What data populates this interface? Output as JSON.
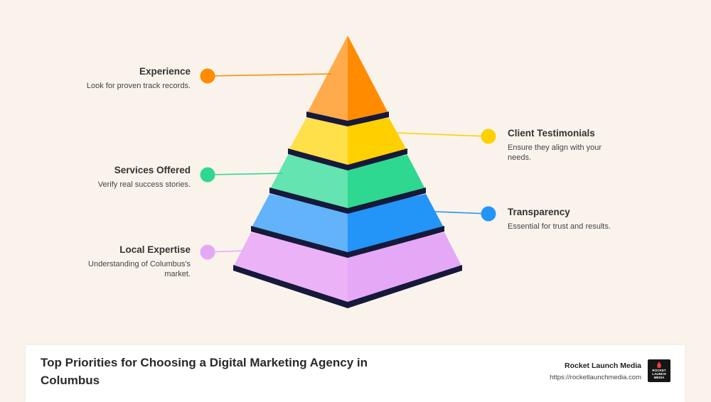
{
  "levels": [
    {
      "title": "Experience",
      "description": "Look for proven track records.",
      "side": "left",
      "colors": {
        "light": "#ffab4c",
        "dark": "#ff8c00"
      }
    },
    {
      "title": "Client Testimonials",
      "description": "Ensure they align with your needs.",
      "side": "right",
      "colors": {
        "light": "#ffdf4a",
        "dark": "#ffd000"
      }
    },
    {
      "title": "Services Offered",
      "description": "Verify real success stories.",
      "side": "left",
      "colors": {
        "light": "#63e4b0",
        "dark": "#2fd890"
      }
    },
    {
      "title": "Transparency",
      "description": "Essential for trust and results.",
      "side": "right",
      "colors": {
        "light": "#62b3fa",
        "dark": "#2394f8"
      }
    },
    {
      "title": "Local Expertise",
      "description": "Understanding of Columbus's market.",
      "side": "left",
      "colors": {
        "light": "#ebb2f8",
        "dark": "#e5a8f6"
      }
    }
  ],
  "separator_color": "#16193a",
  "footer": {
    "title": "Top Priorities for Choosing a Digital Marketing Agency in Columbus",
    "brand_name": "Rocket Launch Media",
    "brand_url": "https://rocketlaunchmedia.com",
    "logo_text": "ROCKET LAUNCH MEDIA"
  }
}
